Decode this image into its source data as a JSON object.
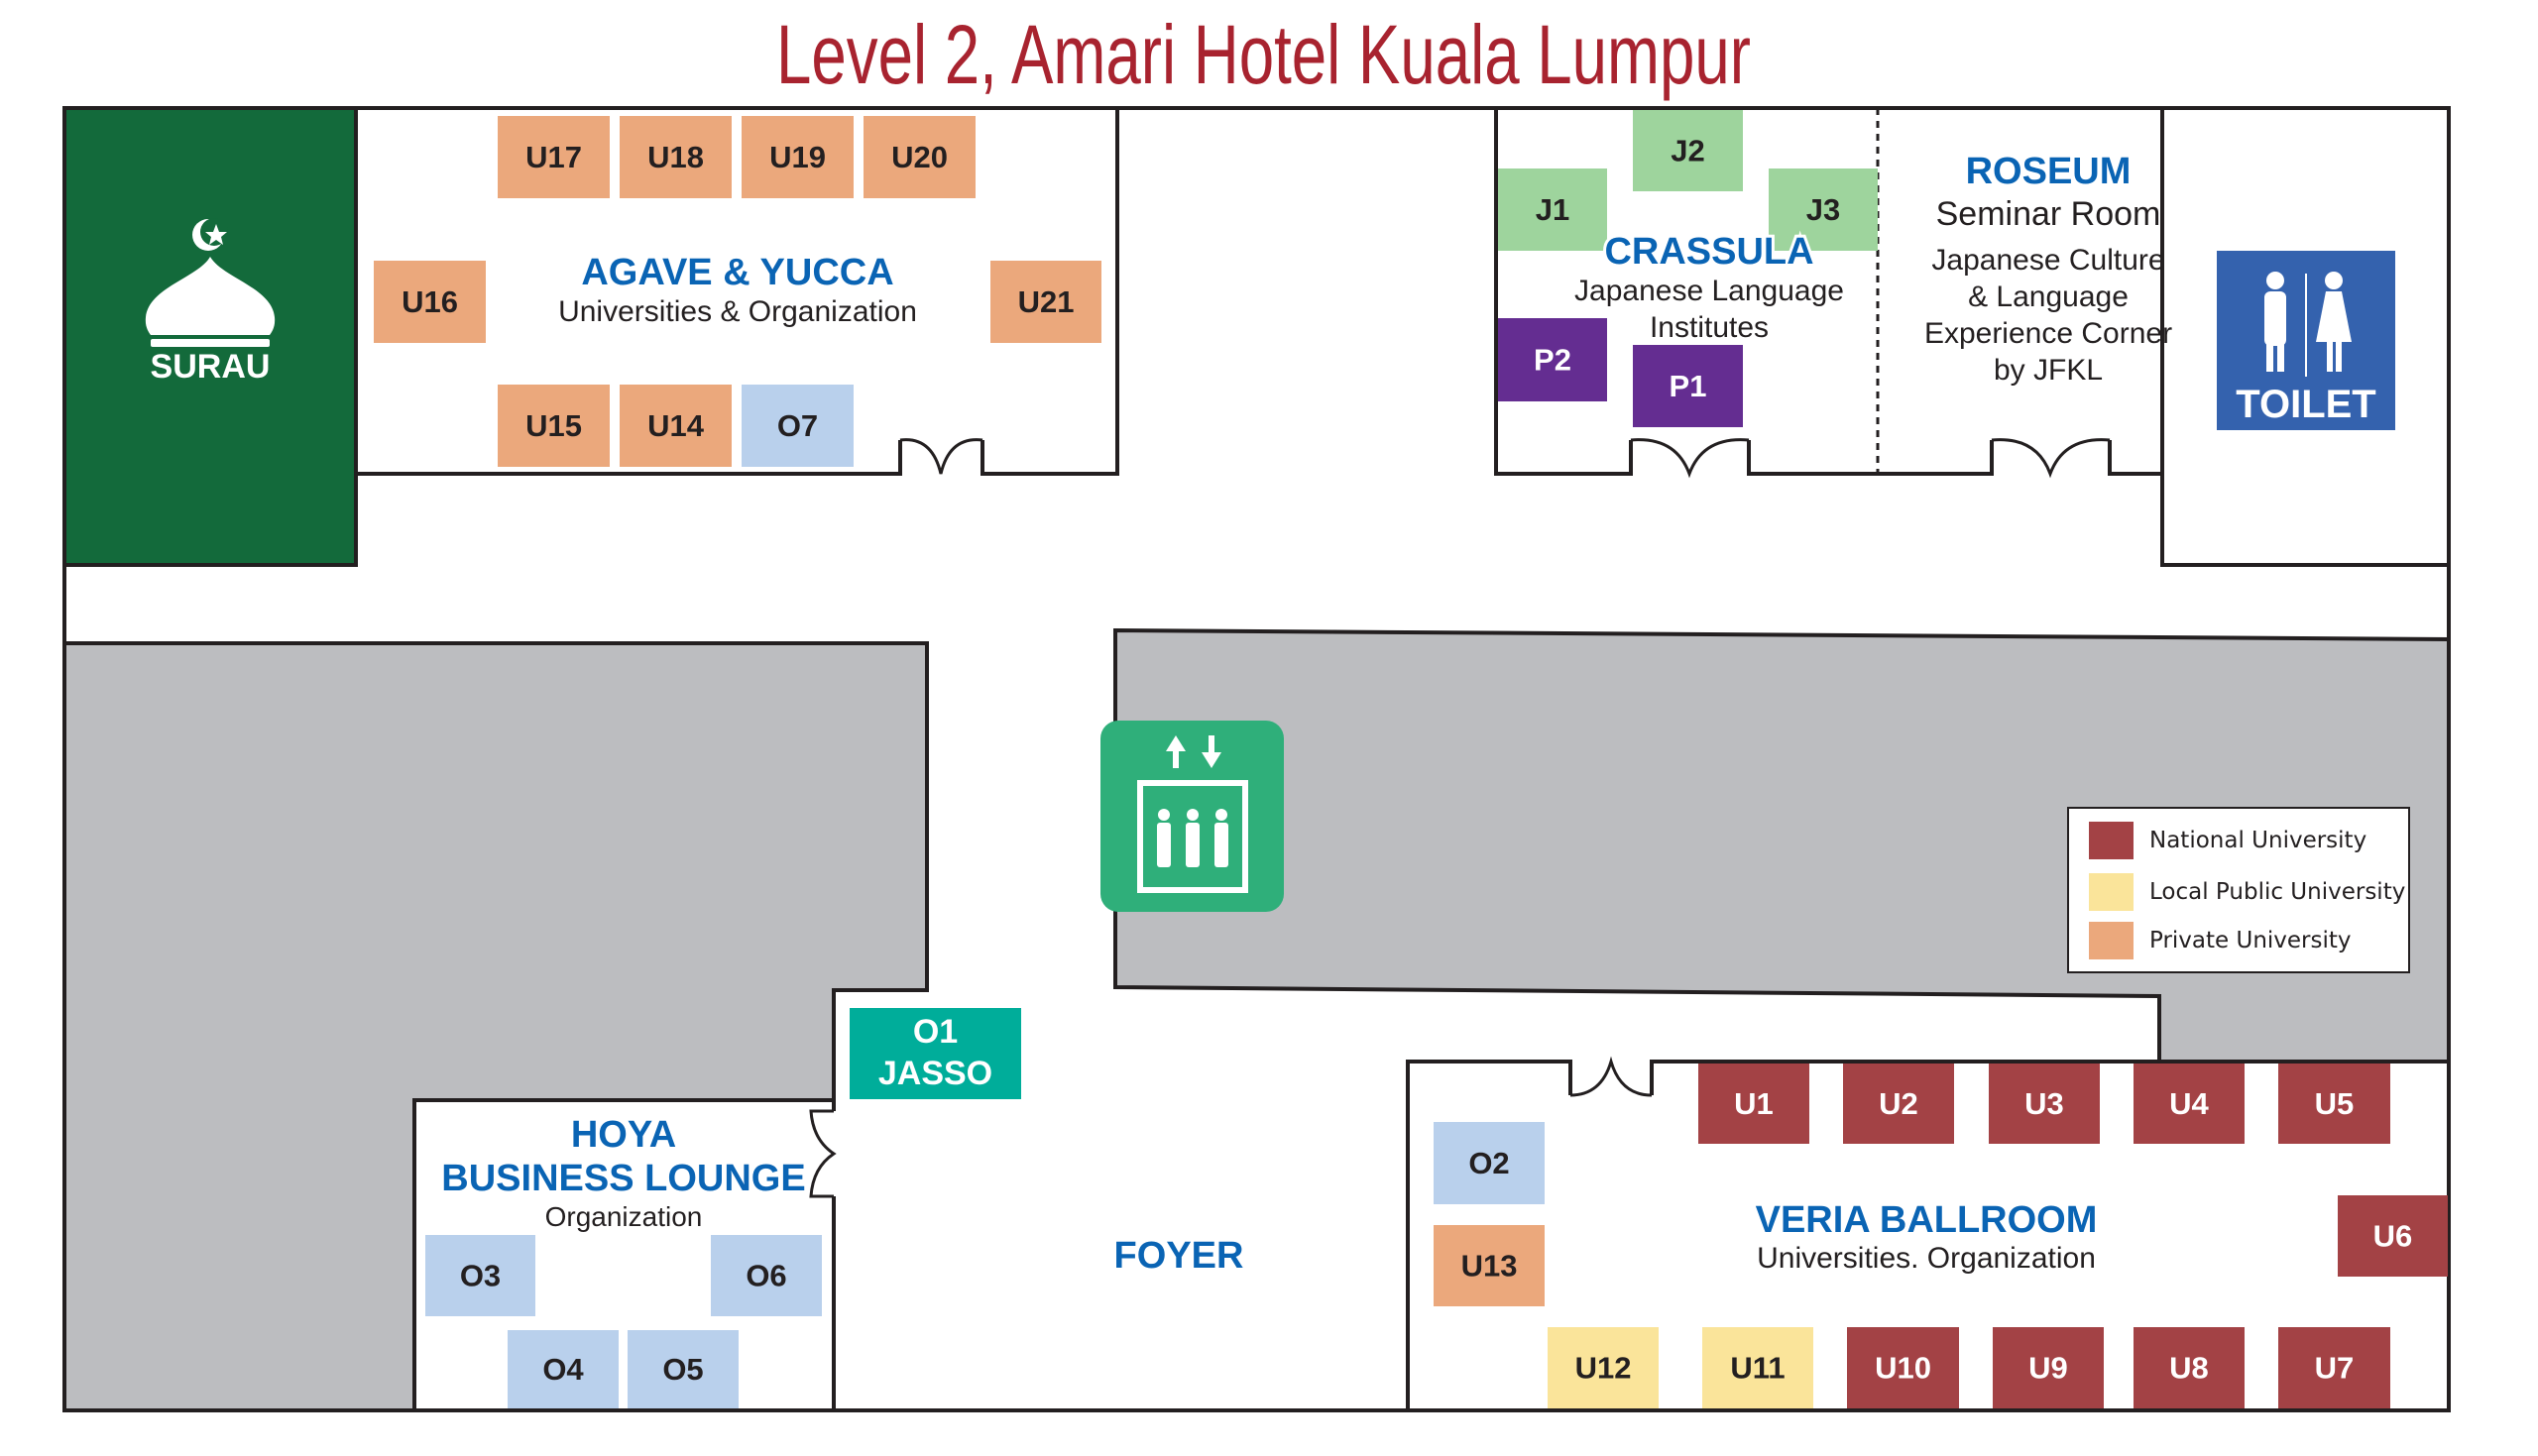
{
  "title": "Level 2, Amari Hotel Kuala Lumpur",
  "colors": {
    "title": "#a8232f",
    "room_title": "#0a64b4",
    "national": "#a34245",
    "local_public": "#fae49a",
    "private": "#eba87c",
    "organization": "#b9d0ec",
    "japan": "#9ed49d",
    "purple": "#642d91",
    "jasso": "#00ad9a",
    "surau": "#136a3b",
    "elevator": "#2faf7a",
    "toilet": "#3462ae",
    "blocked": "#bcbdc0"
  },
  "rooms": {
    "surau": {
      "label": "SURAU",
      "icon": "mosque-icon"
    },
    "agave": {
      "title": "AGAVE & YUCCA",
      "subtitle": "Universities & Organization"
    },
    "crassula": {
      "title": "CRASSULA",
      "subtitle1": "Japanese Language",
      "subtitle2": "Institutes"
    },
    "roseum": {
      "title": "ROSEUM",
      "subtitle": "Seminar Room",
      "lines": [
        "Japanese Culture",
        "& Language",
        "Experience Corner",
        "by JFKL"
      ]
    },
    "toilet": {
      "label": "TOILET",
      "icon": "toilet-icon"
    },
    "hoya": {
      "title1": "HOYA",
      "title2": "BUSINESS LOUNGE",
      "subtitle": "Organization"
    },
    "foyer": {
      "title": "FOYER"
    },
    "veria": {
      "title": "VERIA BALLROOM",
      "subtitle": "Universities. Organization"
    },
    "elevator": {
      "icon": "elevator-icon"
    }
  },
  "booths": [
    {
      "id": "U17",
      "label": "U17",
      "type": "private"
    },
    {
      "id": "U18",
      "label": "U18",
      "type": "private"
    },
    {
      "id": "U19",
      "label": "U19",
      "type": "private"
    },
    {
      "id": "U20",
      "label": "U20",
      "type": "private"
    },
    {
      "id": "U16",
      "label": "U16",
      "type": "private"
    },
    {
      "id": "U21",
      "label": "U21",
      "type": "private"
    },
    {
      "id": "U15",
      "label": "U15",
      "type": "private"
    },
    {
      "id": "U14",
      "label": "U14",
      "type": "private"
    },
    {
      "id": "O7",
      "label": "O7",
      "type": "organization"
    },
    {
      "id": "J1",
      "label": "J1",
      "type": "japan"
    },
    {
      "id": "J2",
      "label": "J2",
      "type": "japan"
    },
    {
      "id": "J3",
      "label": "J3",
      "type": "japan"
    },
    {
      "id": "P1",
      "label": "P1",
      "type": "purple"
    },
    {
      "id": "P2",
      "label": "P2",
      "type": "purple"
    },
    {
      "id": "O1",
      "label": "O1",
      "label2": "JASSO",
      "type": "jasso"
    },
    {
      "id": "O3",
      "label": "O3",
      "type": "organization"
    },
    {
      "id": "O4",
      "label": "O4",
      "type": "organization"
    },
    {
      "id": "O5",
      "label": "O5",
      "type": "organization"
    },
    {
      "id": "O6",
      "label": "O6",
      "type": "organization"
    },
    {
      "id": "O2",
      "label": "O2",
      "type": "organization"
    },
    {
      "id": "U13",
      "label": "U13",
      "type": "private"
    },
    {
      "id": "U1",
      "label": "U1",
      "type": "national"
    },
    {
      "id": "U2",
      "label": "U2",
      "type": "national"
    },
    {
      "id": "U3",
      "label": "U3",
      "type": "national"
    },
    {
      "id": "U4",
      "label": "U4",
      "type": "national"
    },
    {
      "id": "U5",
      "label": "U5",
      "type": "national"
    },
    {
      "id": "U6",
      "label": "U6",
      "type": "national"
    },
    {
      "id": "U7",
      "label": "U7",
      "type": "national"
    },
    {
      "id": "U8",
      "label": "U8",
      "type": "national"
    },
    {
      "id": "U9",
      "label": "U9",
      "type": "national"
    },
    {
      "id": "U10",
      "label": "U10",
      "type": "national"
    },
    {
      "id": "U11",
      "label": "U11",
      "type": "local_public"
    },
    {
      "id": "U12",
      "label": "U12",
      "type": "local_public"
    }
  ],
  "legend": [
    {
      "label": "National University",
      "type": "national"
    },
    {
      "label": "Local Public University",
      "type": "local_public"
    },
    {
      "label": "Private University",
      "type": "private"
    }
  ]
}
